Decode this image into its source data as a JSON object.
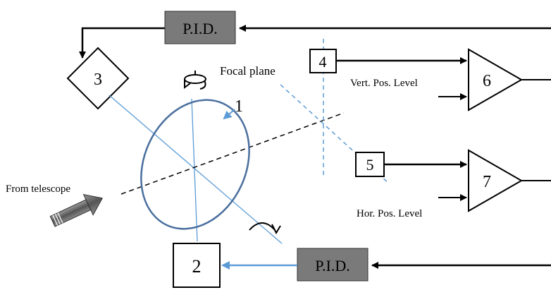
{
  "diagram": {
    "pid_top": "P.I.D.",
    "pid_bottom": "P.I.D.",
    "block_1": "1",
    "block_2": "2",
    "block_3": "3",
    "block_4": "4",
    "block_5": "5",
    "amp_6": "6",
    "amp_7": "7",
    "focal_plane": "Focal plane",
    "vert_level": "Vert. Pos. Level",
    "hor_level": "Hor. Pos. Level",
    "from_telescope": "From telescope",
    "colors": {
      "mirror": "#4a6f9e",
      "pid_fill": "#7a7a7a",
      "signal": "#5b9bd5",
      "focal": "#5b9bd5"
    }
  }
}
